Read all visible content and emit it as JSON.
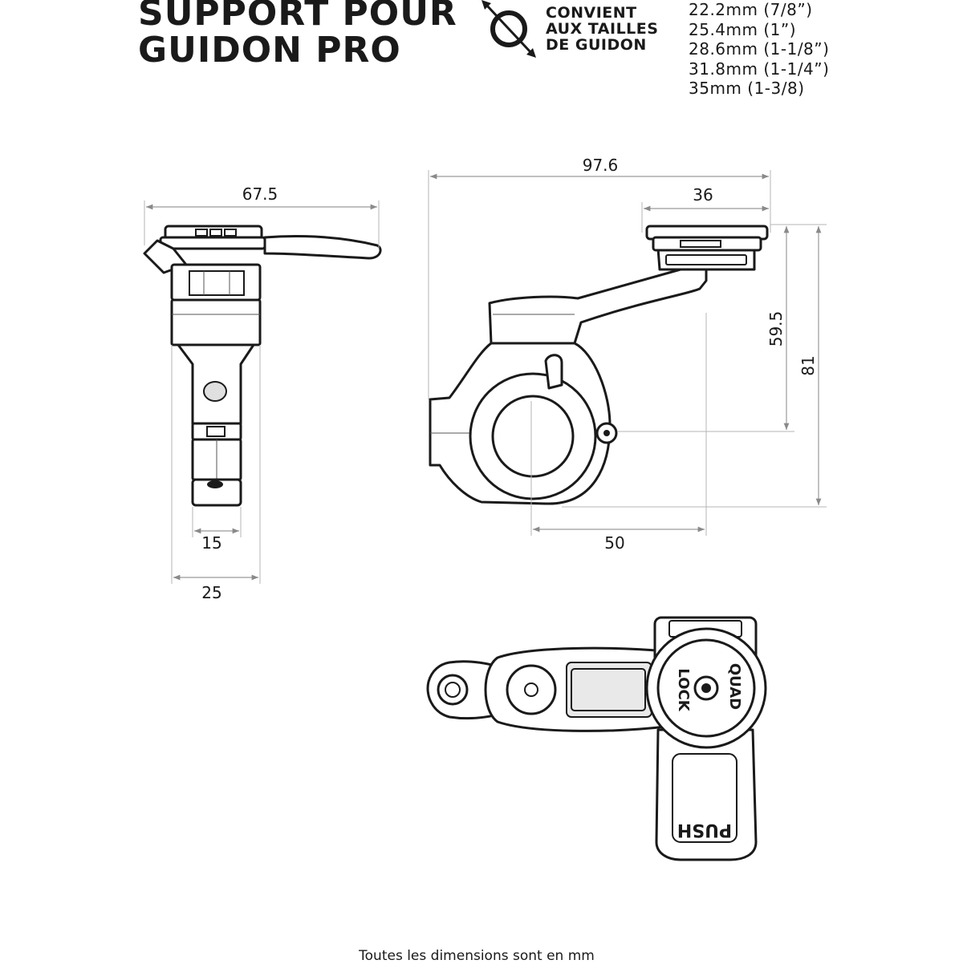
{
  "title": {
    "line1": "SUPPORT POUR",
    "line2": "GUIDON PRO"
  },
  "fits": {
    "line1": "CONVIENT",
    "line2": "AUX TAILLES",
    "line3": "DE GUIDON",
    "icon": "diameter-icon"
  },
  "sizes": [
    "22.2mm (7/8”)",
    "25.4mm (1”)",
    "28.6mm (1-1/8”)",
    "31.8mm (1-1/4”)",
    "35mm (1-3/8)"
  ],
  "dimensions": {
    "side_width": "67.5",
    "stem_width": "15",
    "base_width": "25",
    "overall_length": "97.6",
    "mount_width": "36",
    "offset_length": "50",
    "centre_height": "59.5",
    "overall_height": "81"
  },
  "top_view_labels": {
    "brand": "QUAD",
    "lock": "LOCK",
    "push": "PUSH"
  },
  "footer": "Toutes les dimensions sont en mm"
}
